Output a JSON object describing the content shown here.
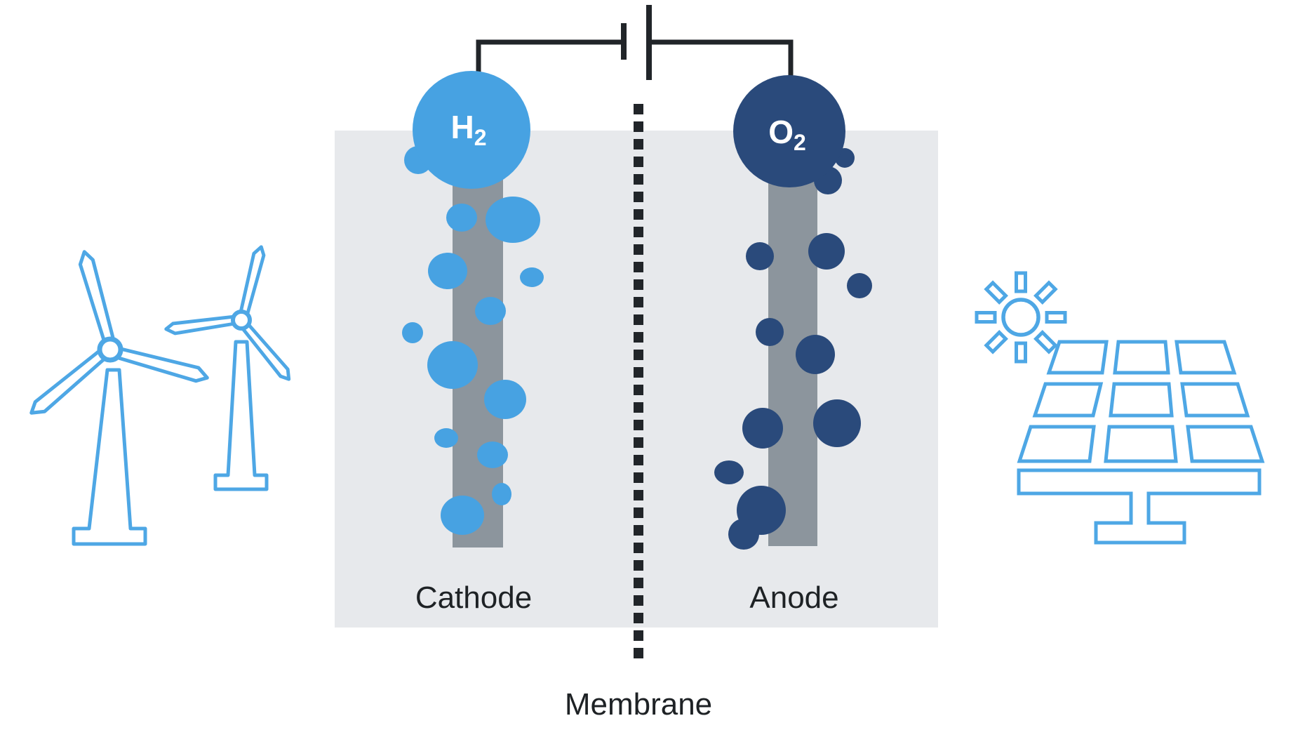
{
  "diagram": {
    "type": "water-electrolysis-cell",
    "cathode": {
      "label": "Cathode",
      "gas": {
        "symbol": "H",
        "subscript": "2"
      }
    },
    "anode": {
      "label": "Anode",
      "gas": {
        "symbol": "O",
        "subscript": "2"
      }
    },
    "membrane": {
      "label": "Membrane"
    }
  },
  "icons": {
    "left": "wind-turbines-icon",
    "right_top": "sun-icon",
    "right_bottom": "solar-panel-icon",
    "top": "battery-icon"
  },
  "colors": {
    "hydrogen": "#47A2E2",
    "oxygen": "#2A4A7B",
    "electrode": "#8C959D",
    "cell_background": "#E7E9EC",
    "line": "#212529",
    "label_text": "#1E2225",
    "icon_blue": "#4EA7E5",
    "gas_text": "#FFFFFF",
    "icon_fill": "#FFFFFF"
  }
}
